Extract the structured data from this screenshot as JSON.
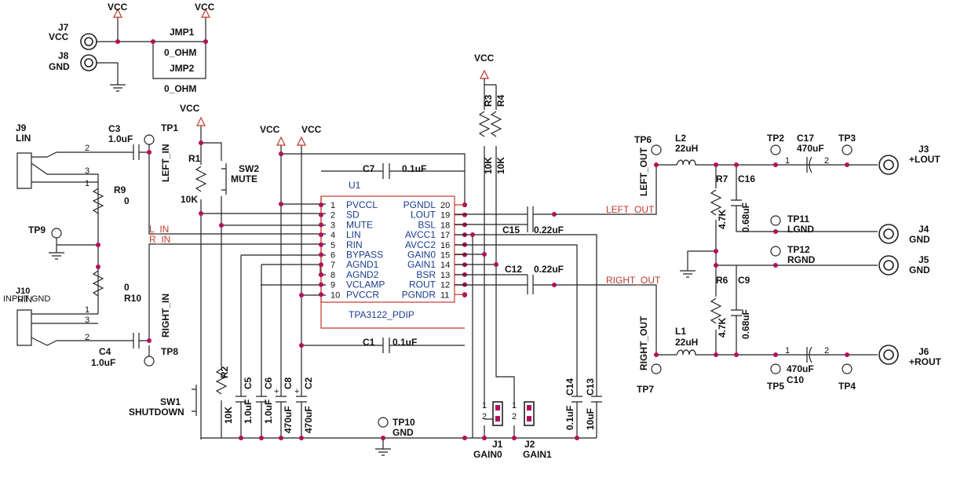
{
  "power": {
    "vcc": "VCC",
    "gnd": "GND"
  },
  "power_jacks": [
    {
      "ref": "J7",
      "net": "VCC"
    },
    {
      "ref": "J8",
      "net": "GND"
    }
  ],
  "jumpers": [
    {
      "ref": "JMP1",
      "value": "0_OHM"
    },
    {
      "ref": "JMP2",
      "value": "0_OHM"
    }
  ],
  "ic": {
    "ref": "U1",
    "part": "TPA3122_PDIP",
    "left_pins": [
      {
        "num": "1",
        "name": "PVCCL"
      },
      {
        "num": "2",
        "name": "SD"
      },
      {
        "num": "3",
        "name": "MUTE"
      },
      {
        "num": "4",
        "name": "LIN"
      },
      {
        "num": "5",
        "name": "RIN"
      },
      {
        "num": "6",
        "name": "BYPASS"
      },
      {
        "num": "7",
        "name": "AGND1"
      },
      {
        "num": "8",
        "name": "AGND2"
      },
      {
        "num": "9",
        "name": "VCLAMP"
      },
      {
        "num": "10",
        "name": "PVCCR"
      }
    ],
    "right_pins": [
      {
        "num": "20",
        "name": "PGNDL"
      },
      {
        "num": "19",
        "name": "LOUT"
      },
      {
        "num": "18",
        "name": "BSL"
      },
      {
        "num": "17",
        "name": "AVCC1"
      },
      {
        "num": "16",
        "name": "AVCC2"
      },
      {
        "num": "15",
        "name": "GAIN0"
      },
      {
        "num": "14",
        "name": "GAIN1"
      },
      {
        "num": "13",
        "name": "BSR"
      },
      {
        "num": "12",
        "name": "ROUT"
      },
      {
        "num": "11",
        "name": "PGNDR"
      }
    ]
  },
  "inputs": {
    "j9": {
      "ref": "J9",
      "label": "LIN"
    },
    "j10": {
      "ref": "J10",
      "label1": "INPUT GND",
      "label2": "RIN"
    },
    "pins": {
      "p1": "1",
      "p2": "2",
      "p3": "3"
    }
  },
  "components": {
    "c3": {
      "ref": "C3",
      "value": "1.0uF"
    },
    "c4": {
      "ref": "C4",
      "value": "1.0uF"
    },
    "c7": {
      "ref": "C7",
      "value": "0.1uF"
    },
    "c1": {
      "ref": "C1",
      "value": "0.1uF"
    },
    "c15": {
      "ref": "C15",
      "value": "0.22uF"
    },
    "c12": {
      "ref": "C12",
      "value": "0.22uF"
    },
    "r9": {
      "ref": "R9",
      "value": "0"
    },
    "r10": {
      "ref": "R10",
      "value": "0"
    },
    "r1": {
      "ref": "R1",
      "value": "10K"
    },
    "r2": {
      "ref": "R2",
      "value": "10K"
    },
    "r3": {
      "ref": "R3",
      "value": "10K"
    },
    "r4": {
      "ref": "R4",
      "value": "10K"
    },
    "c5": {
      "ref": "C5",
      "value": "1.0uF"
    },
    "c6": {
      "ref": "C6",
      "value": "1.0uF"
    },
    "c8": {
      "ref": "C8",
      "value": "470uF"
    },
    "c2": {
      "ref": "C2",
      "value": "470uF"
    },
    "c14": {
      "ref": "C14",
      "value": "0.1uF"
    },
    "c13": {
      "ref": "C13",
      "value": "10uF"
    },
    "l2": {
      "ref": "L2",
      "value": "22uH"
    },
    "l1": {
      "ref": "L1",
      "value": "22uH"
    },
    "r7": {
      "ref": "R7",
      "value": "4.7K"
    },
    "r6": {
      "ref": "R6",
      "value": "4.7K"
    },
    "c16": {
      "ref": "C16",
      "value": "0.68uF"
    },
    "c9": {
      "ref": "C9",
      "value": "0.68uF"
    },
    "c17": {
      "ref": "C17",
      "value": "470uF"
    },
    "c10": {
      "ref": "C10",
      "value": "470uF"
    }
  },
  "switches": {
    "sw2": {
      "ref": "SW2",
      "label": "MUTE"
    },
    "sw1": {
      "ref": "SW1",
      "label": "SHUTDOWN"
    }
  },
  "gain_jumpers": [
    {
      "ref": "J1",
      "label": "GAIN0"
    },
    {
      "ref": "J2",
      "label": "GAIN1"
    }
  ],
  "test_points": {
    "tp1": "TP1",
    "tp2": "TP2",
    "tp3": "TP3",
    "tp4": "TP4",
    "tp5": "TP5",
    "tp6": "TP6",
    "tp7": "TP7",
    "tp8": "TP8",
    "tp9": "TP9",
    "tp10": "TP10",
    "tp11": "TP11",
    "tp12": "TP12"
  },
  "nets": {
    "left_in": "LEFT_IN",
    "right_in": "RIGHT_IN",
    "l_in": "L_IN",
    "r_in": "R_IN",
    "left_out": "LEFT_OUT",
    "right_out": "RIGHT_OUT",
    "lgnd": "LGND",
    "rgnd": "RGND",
    "gnd": "GND"
  },
  "outputs": [
    {
      "ref": "J3",
      "label": "+LOUT"
    },
    {
      "ref": "J4",
      "label": "GND"
    },
    {
      "ref": "J5",
      "label": "GND"
    },
    {
      "ref": "J6",
      "label": "+ROUT"
    }
  ],
  "polarity": {
    "one": "1",
    "two": "2",
    "plus": "+"
  }
}
